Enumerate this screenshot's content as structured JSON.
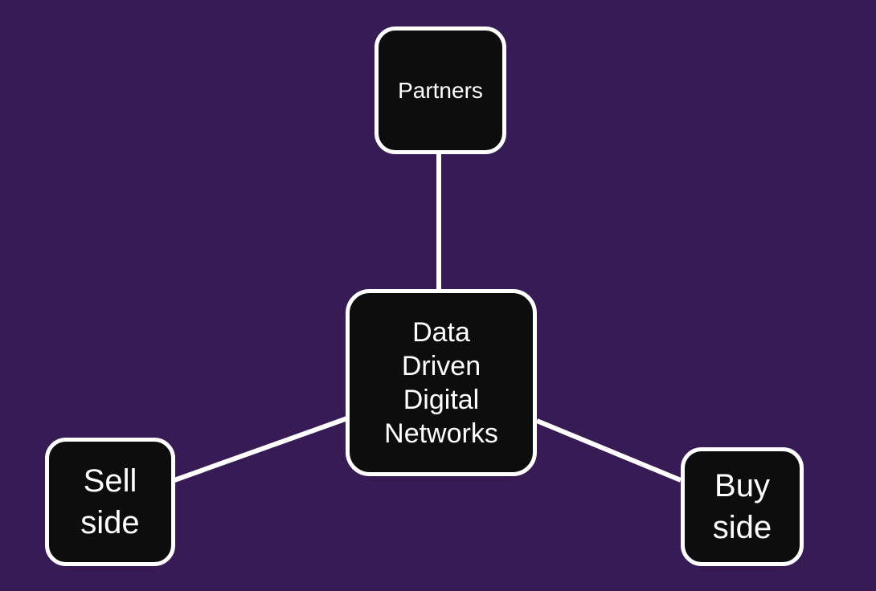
{
  "canvas": {
    "background_color": "#371b55",
    "node_fill_color": "#0d0d0d",
    "node_border_color": "#ffffff",
    "connector_color": "#ffffff",
    "text_color": "#ffffff"
  },
  "diagram": {
    "type": "hub-and-spoke",
    "nodes": {
      "partners": {
        "label": "Partners"
      },
      "hub": {
        "label": "Data\nDriven\nDigital\nNetworks"
      },
      "sell_side": {
        "label": "Sell\nside"
      },
      "buy_side": {
        "label": "Buy\nside"
      }
    },
    "connectors": [
      {
        "name": "partners-to-hub",
        "from": "partners",
        "to": "hub"
      },
      {
        "name": "hub-to-sell-side",
        "from": "hub",
        "to": "sell_side"
      },
      {
        "name": "hub-to-buy-side",
        "from": "hub",
        "to": "buy_side"
      }
    ]
  }
}
